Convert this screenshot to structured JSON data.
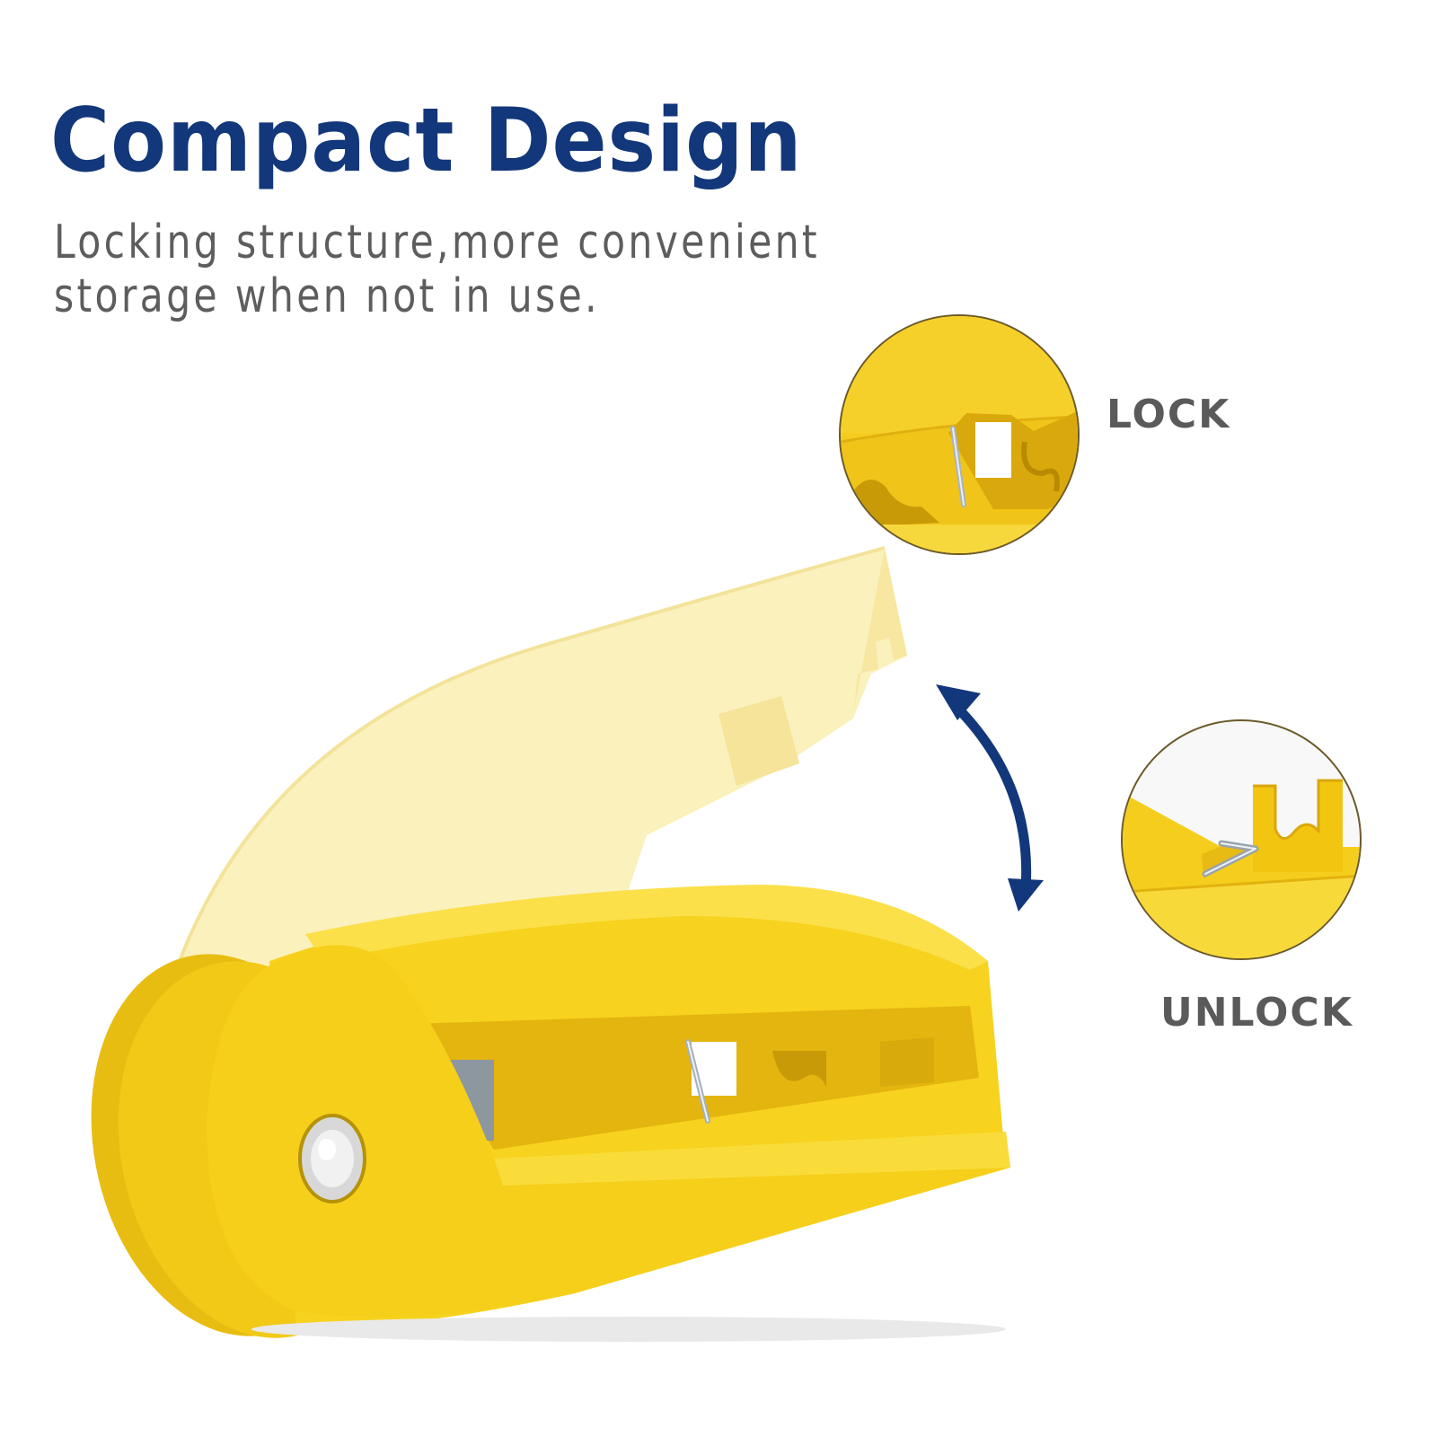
{
  "header": {
    "title": "Compact Design",
    "subtitle_line1": "Locking structure,more convenient",
    "subtitle_line2": "storage when not in use."
  },
  "callouts": {
    "lock": {
      "label": "LOCK"
    },
    "unlock": {
      "label": "UNLOCK"
    }
  },
  "colors": {
    "title": "#12377a",
    "text": "#5d5d5d",
    "product_yellow": "#f7d21e",
    "faded_yellow": "#fbf0b8",
    "arrow": "#12377a"
  },
  "product": {
    "name": "yellow-coax-stripper-tool",
    "state_shown": "open-and-closed"
  }
}
